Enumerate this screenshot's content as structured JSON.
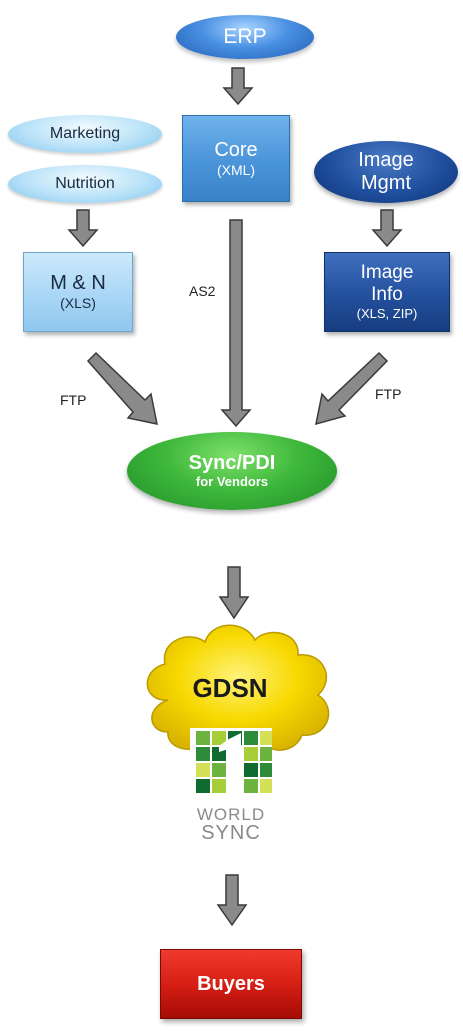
{
  "nodes": {
    "erp": "ERP",
    "marketing": "Marketing",
    "nutrition": "Nutrition",
    "core": {
      "title": "Core",
      "sub": "(XML)"
    },
    "image_mgmt": {
      "line1": "Image",
      "line2": "Mgmt"
    },
    "mn": {
      "title": "M & N",
      "sub": "(XLS)"
    },
    "image_info": {
      "line1": "Image",
      "line2": "Info",
      "sub": "(XLS, ZIP)"
    },
    "sync_pdi": {
      "title": "Sync/PDI",
      "sub": "for Vendors"
    },
    "gdsn": "GDSN",
    "logo_text": [
      "WORLD",
      "SYNC"
    ],
    "buyers": "Buyers"
  },
  "edges": {
    "as2": "AS2",
    "ftp_left": "FTP",
    "ftp_right": "FTP"
  },
  "colors": {
    "arrow_fill": "#8a8a8a",
    "arrow_stroke": "#3a3a3a",
    "cloud_fill": "#f5d400",
    "logo_greens": [
      "#0f6b2f",
      "#2e8b3a",
      "#6cb33f",
      "#a6ce39",
      "#d4e157"
    ]
  }
}
